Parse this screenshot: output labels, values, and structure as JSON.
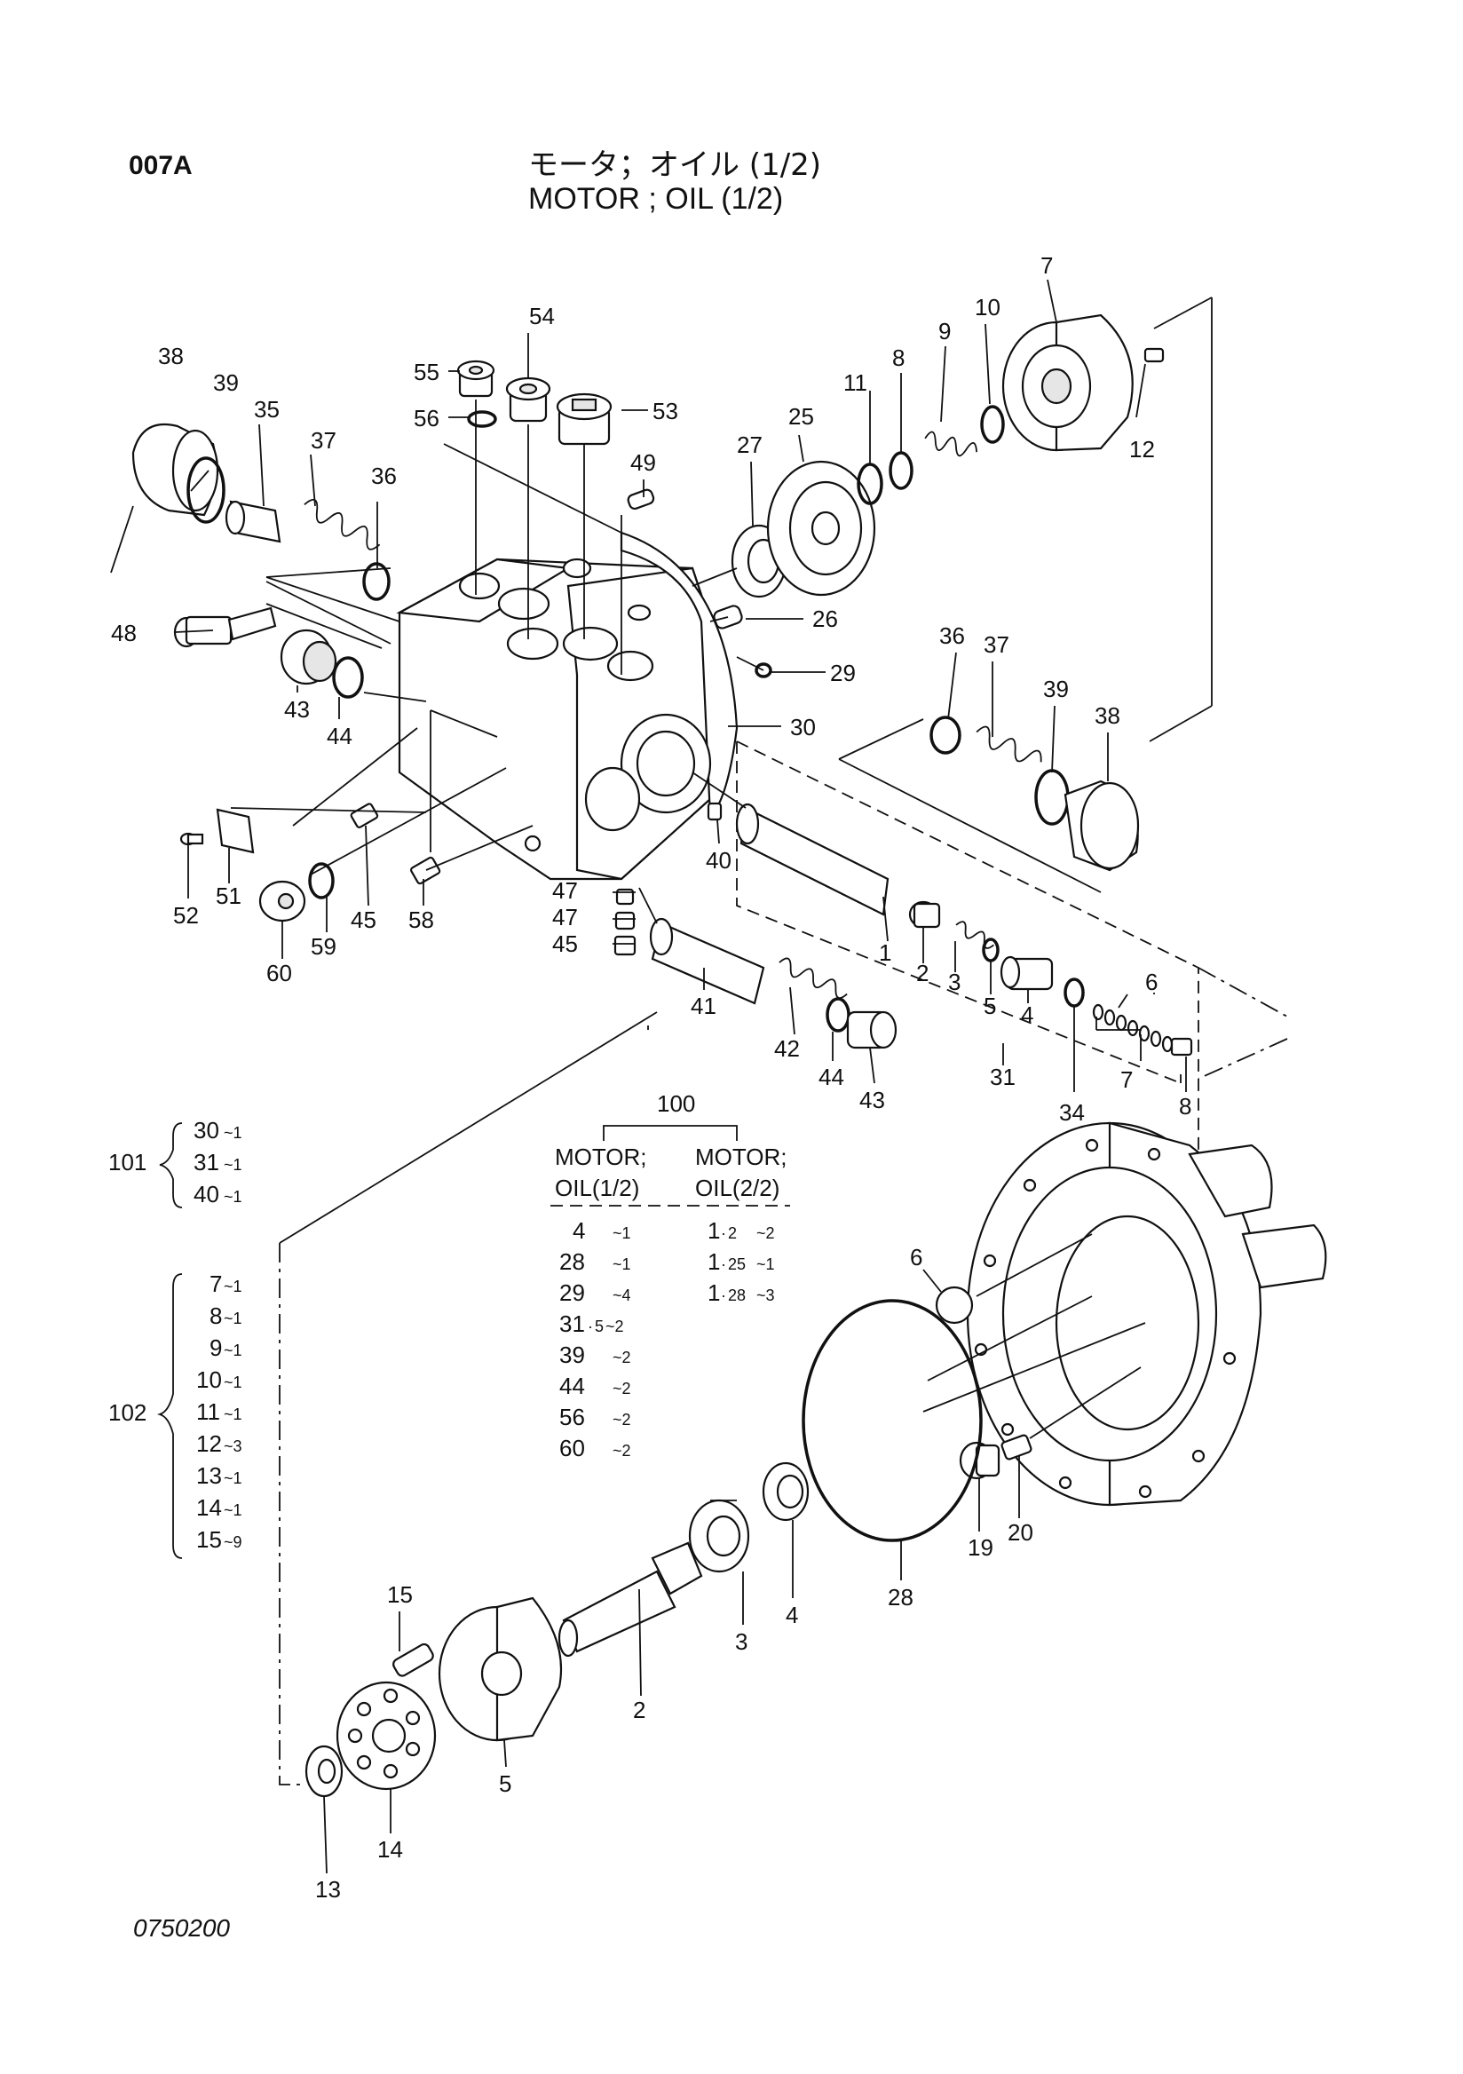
{
  "header": {
    "figure_code": "007A",
    "title_jp": "モータ；オイル (1/2)",
    "title_en": "MOTOR ; OIL (1/2)"
  },
  "footer": {
    "drawing_number": "0750200"
  },
  "callouts": [
    "1",
    "2",
    "3",
    "4",
    "5",
    "6",
    "7",
    "8",
    "9",
    "10",
    "11",
    "12",
    "13",
    "14",
    "15",
    "19",
    "20",
    "25",
    "26",
    "27",
    "28",
    "29",
    "30",
    "31",
    "34",
    "35",
    "36",
    "37",
    "38",
    "39",
    "40",
    "41",
    "42",
    "43",
    "44",
    "45",
    "47",
    "48",
    "49",
    "51",
    "52",
    "53",
    "54",
    "55",
    "56",
    "58",
    "59",
    "60"
  ],
  "kit_101": {
    "number": "101",
    "items": [
      {
        "part": "30",
        "qty": "~1"
      },
      {
        "part": "31",
        "qty": "~1"
      },
      {
        "part": "40",
        "qty": "~1"
      }
    ]
  },
  "kit_102": {
    "number": "102",
    "items": [
      {
        "part": "7",
        "qty": "~1"
      },
      {
        "part": "8",
        "qty": "~1"
      },
      {
        "part": "9",
        "qty": "~1"
      },
      {
        "part": "10",
        "qty": "~1"
      },
      {
        "part": "11",
        "qty": "~1"
      },
      {
        "part": "12",
        "qty": "~3"
      },
      {
        "part": "13",
        "qty": "~1"
      },
      {
        "part": "14",
        "qty": "~1"
      },
      {
        "part": "15",
        "qty": "~9"
      }
    ]
  },
  "kit_100": {
    "number": "100",
    "col1_header": [
      "MOTOR;",
      "OIL(1/2)"
    ],
    "col2_header": [
      "MOTOR;",
      "OIL(2/2)"
    ],
    "col1_rows": [
      {
        "part": "4",
        "qty": "~1"
      },
      {
        "part": "28",
        "qty": "~1"
      },
      {
        "part": "29",
        "qty": "~4"
      },
      {
        "part": "31",
        "sub": "5",
        "qty": "~2"
      },
      {
        "part": "39",
        "qty": "~2"
      },
      {
        "part": "44",
        "qty": "~2"
      },
      {
        "part": "56",
        "qty": "~2"
      },
      {
        "part": "60",
        "qty": "~2"
      }
    ],
    "col2_rows": [
      {
        "part": "1",
        "sub": "2",
        "qty": "~2"
      },
      {
        "part": "1",
        "sub": "25",
        "qty": "~1"
      },
      {
        "part": "1",
        "sub": "28",
        "qty": "~3"
      }
    ]
  }
}
